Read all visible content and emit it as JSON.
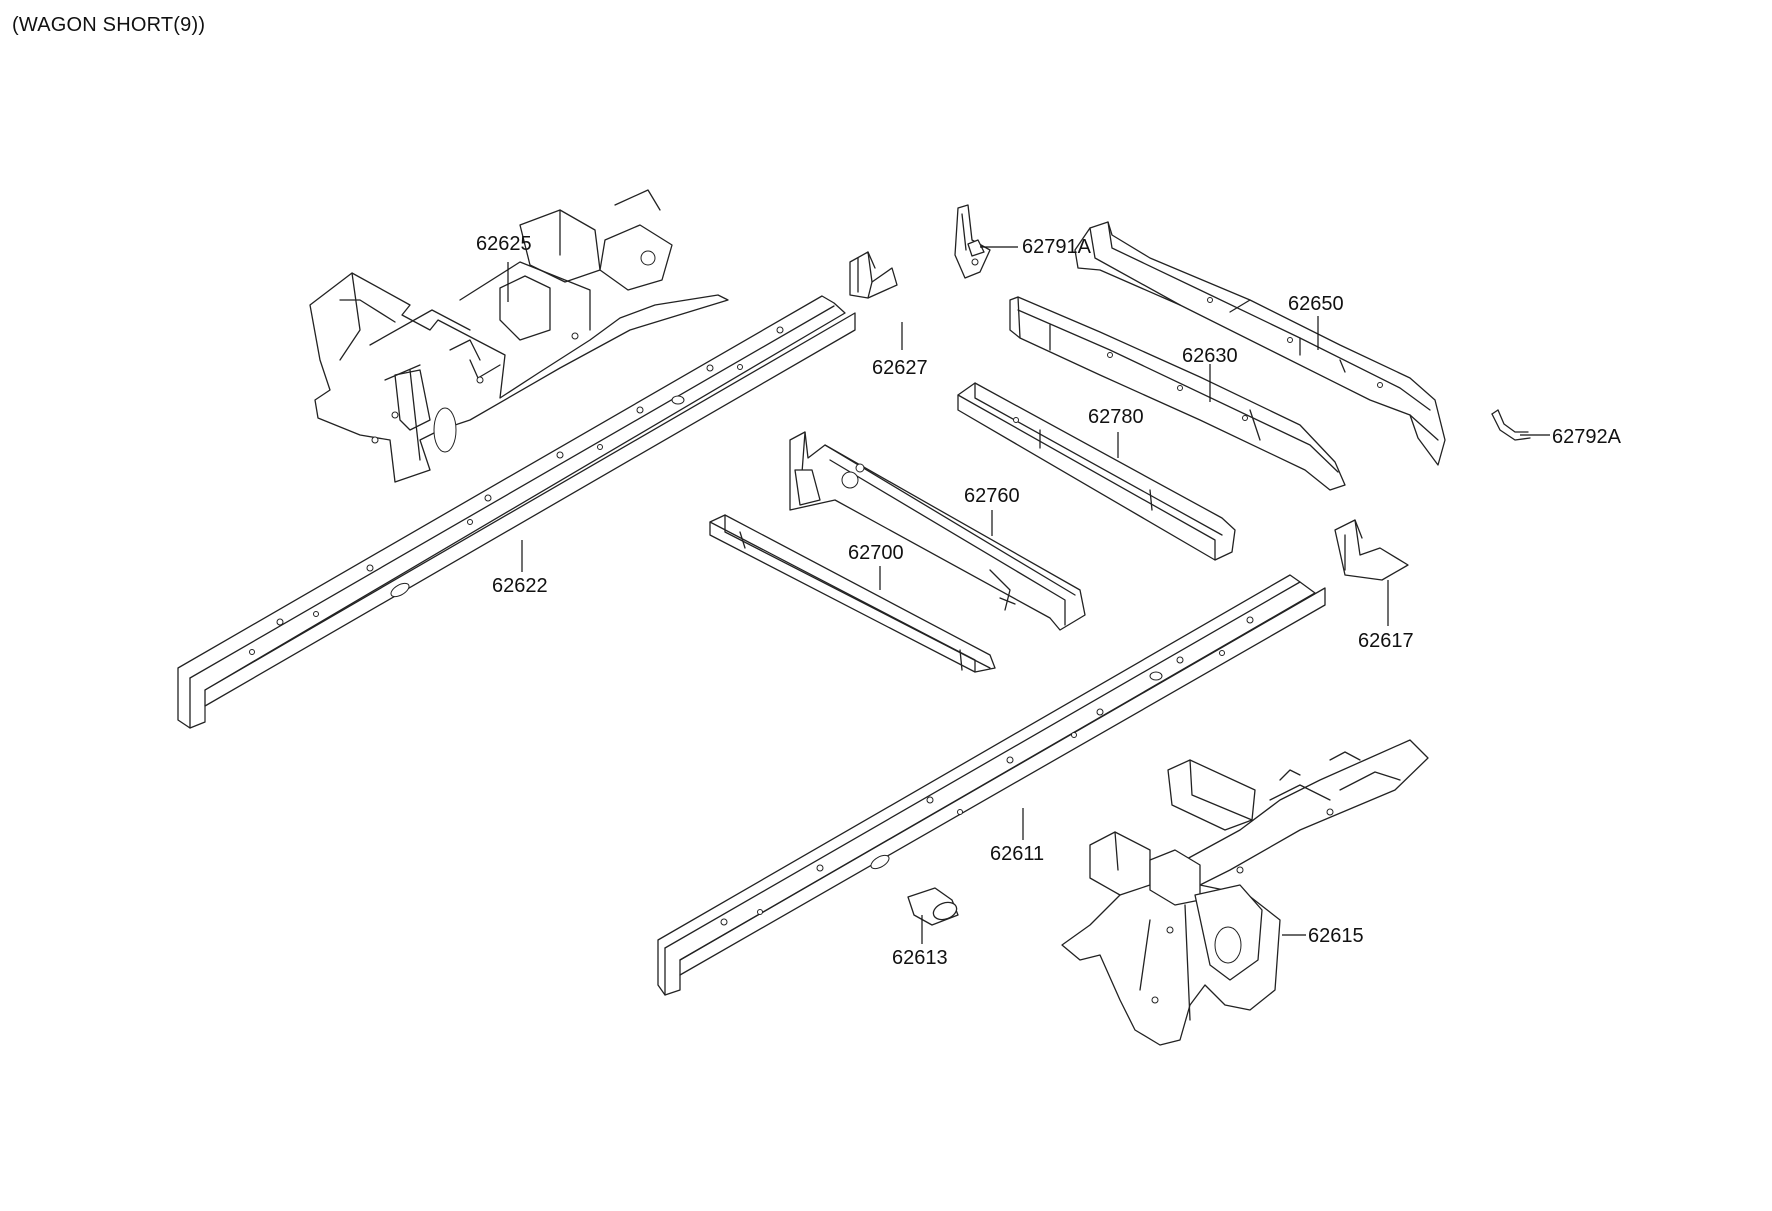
{
  "title": "(WAGON SHORT(9))",
  "callouts": {
    "p62625": "62625",
    "p62627": "62627",
    "p62791A": "62791A",
    "p62650": "62650",
    "p62630": "62630",
    "p62780": "62780",
    "p62792A": "62792A",
    "p62760": "62760",
    "p62700": "62700",
    "p62622": "62622",
    "p62617": "62617",
    "p62611": "62611",
    "p62613": "62613",
    "p62615": "62615"
  }
}
